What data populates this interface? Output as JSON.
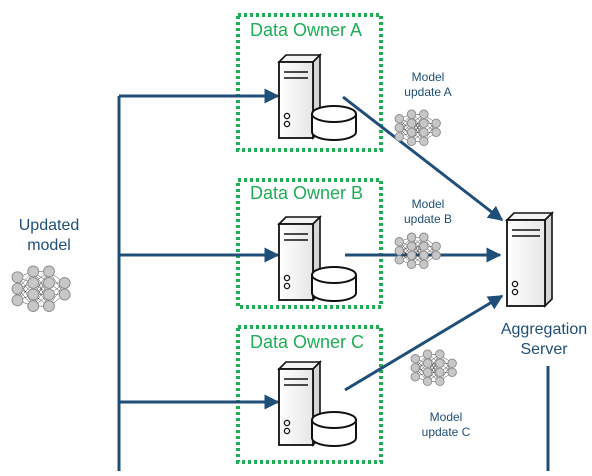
{
  "colors": {
    "accent_green": "#1fae55",
    "arrow_blue": "#1f4e79",
    "label_blue": "#1f4e79"
  },
  "data_owners": [
    {
      "title": "Data Owner A"
    },
    {
      "title": "Data Owner B"
    },
    {
      "title": "Data Owner C"
    }
  ],
  "model_updates": [
    {
      "line1": "Model",
      "line2": "update A"
    },
    {
      "line1": "Model",
      "line2": "update B"
    },
    {
      "line1": "Model",
      "line2": "update C"
    }
  ],
  "updated_model": {
    "line1": "Updated",
    "line2": "model"
  },
  "aggregation_server": {
    "line1": "Aggregation",
    "line2": "Server"
  },
  "icons": [
    "server-icon",
    "database-icon",
    "neural-network-icon"
  ]
}
